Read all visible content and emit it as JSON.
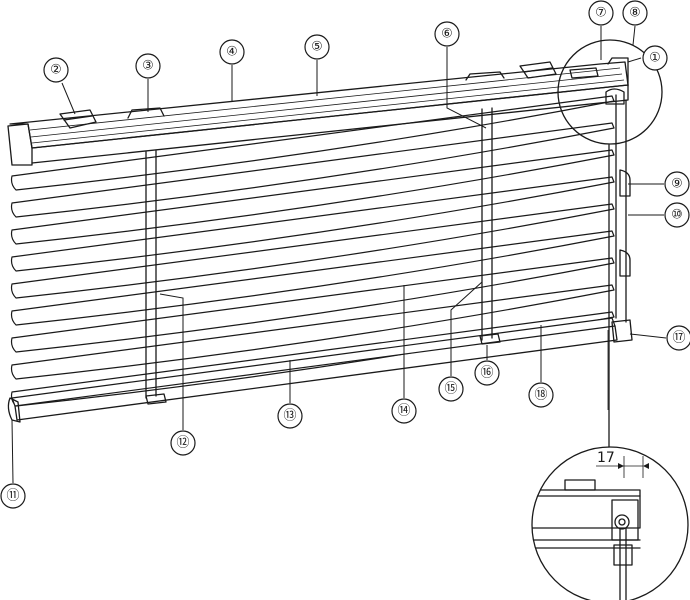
{
  "callouts": [
    {
      "label": "①"
    },
    {
      "label": "②"
    },
    {
      "label": "③"
    },
    {
      "label": "④"
    },
    {
      "label": "⑤"
    },
    {
      "label": "⑥"
    },
    {
      "label": "⑦"
    },
    {
      "label": "⑧"
    },
    {
      "label": "⑨"
    },
    {
      "label": "⑩"
    },
    {
      "label": "⑪"
    },
    {
      "label": "⑫"
    },
    {
      "label": "⑬"
    },
    {
      "label": "⑭"
    },
    {
      "label": "⑮"
    },
    {
      "label": "⑯"
    },
    {
      "label": "⑰"
    },
    {
      "label": "⑱"
    }
  ],
  "detail": {
    "dimension": "17"
  }
}
